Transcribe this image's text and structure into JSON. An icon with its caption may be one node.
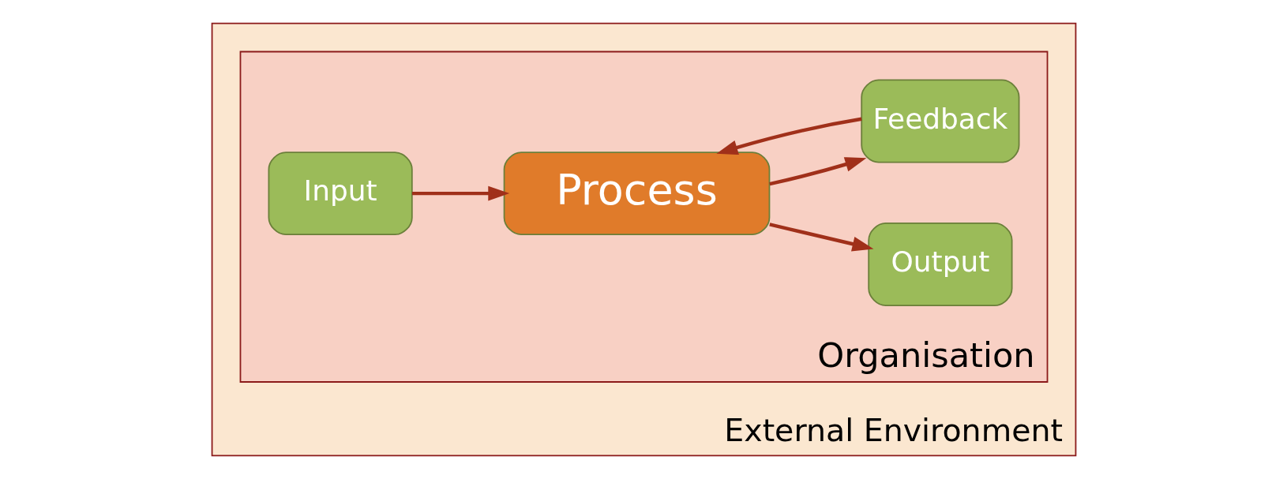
{
  "diagram": {
    "nodes": [
      {
        "text": [
          "External Environment"
        ]
      },
      {
        "text": [
          "Organisation"
        ],
        "in": 0
      },
      {
        "text": [
          "Input"
        ],
        "in": 1
      },
      {
        "text": [
          "Process"
        ],
        "in": 1
      },
      {
        "text": [
          "Output"
        ],
        "in": 1
      },
      {
        "text": [
          "Feedback"
        ],
        "in": 1
      }
    ],
    "edges": [
      {
        "from": 2,
        "to": 3,
        "arrow": "to"
      },
      {
        "from": 3,
        "to": 4,
        "arrow": "to"
      },
      {
        "from": 3,
        "to": 5,
        "arrow": "to"
      },
      {
        "from": 5,
        "to": 3,
        "arrow": "to"
      }
    ]
  }
}
